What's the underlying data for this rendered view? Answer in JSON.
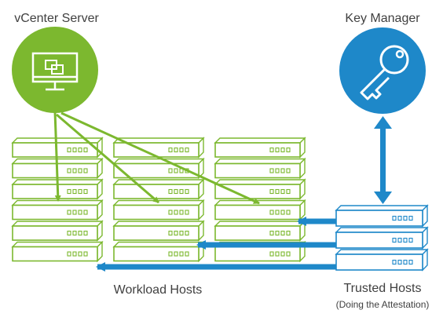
{
  "labels": {
    "vcenter": "vCenter Server",
    "key_manager": "Key Manager",
    "workload_hosts": "Workload Hosts",
    "trusted_hosts": "Trusted Hosts",
    "trusted_hosts_sub": "(Doing the Attestation)"
  },
  "icons": {
    "vcenter": "monitor-icon",
    "key_manager": "key-icon"
  },
  "colors": {
    "green": "#7cb82f",
    "blue": "#1e88c9",
    "text": "#404040"
  },
  "workload_hosts": {
    "columns": 3,
    "stack_heights": [
      6,
      6,
      6
    ]
  },
  "trusted_hosts": {
    "count": 3
  }
}
